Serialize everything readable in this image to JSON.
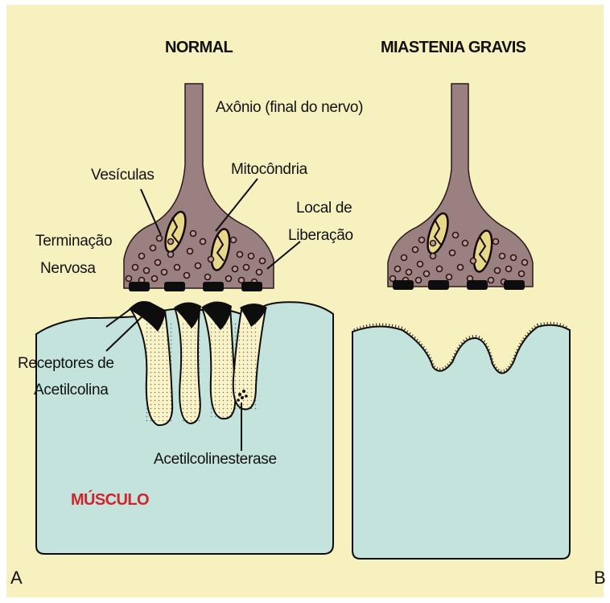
{
  "panels": {
    "normal": {
      "title": "NORMAL",
      "corner": "A"
    },
    "mg": {
      "title": "MIASTENIA GRAVIS",
      "corner": "B"
    }
  },
  "labels": {
    "axon": "Axônio (final do nervo)",
    "vesicles": "Vesículas",
    "mitochondria": "Mitocôndria",
    "release_site_1": "Local de",
    "release_site_2": "Liberação",
    "nerve_terminal_1": "Terminação",
    "nerve_terminal_2": "Nervosa",
    "receptors_1": "Receptores de",
    "receptors_2": "Acetilcolina",
    "acetylcholinesterase": "Acetilcolinesterase",
    "muscle": "MÚSCULO"
  },
  "colors": {
    "background": "#f7f0bf",
    "muscle": "#c4e3dc",
    "nerve": "#9a8080",
    "receptor_fold": "#fbf3c8",
    "dark": "#140808",
    "muscle_label": "#d1232a"
  }
}
